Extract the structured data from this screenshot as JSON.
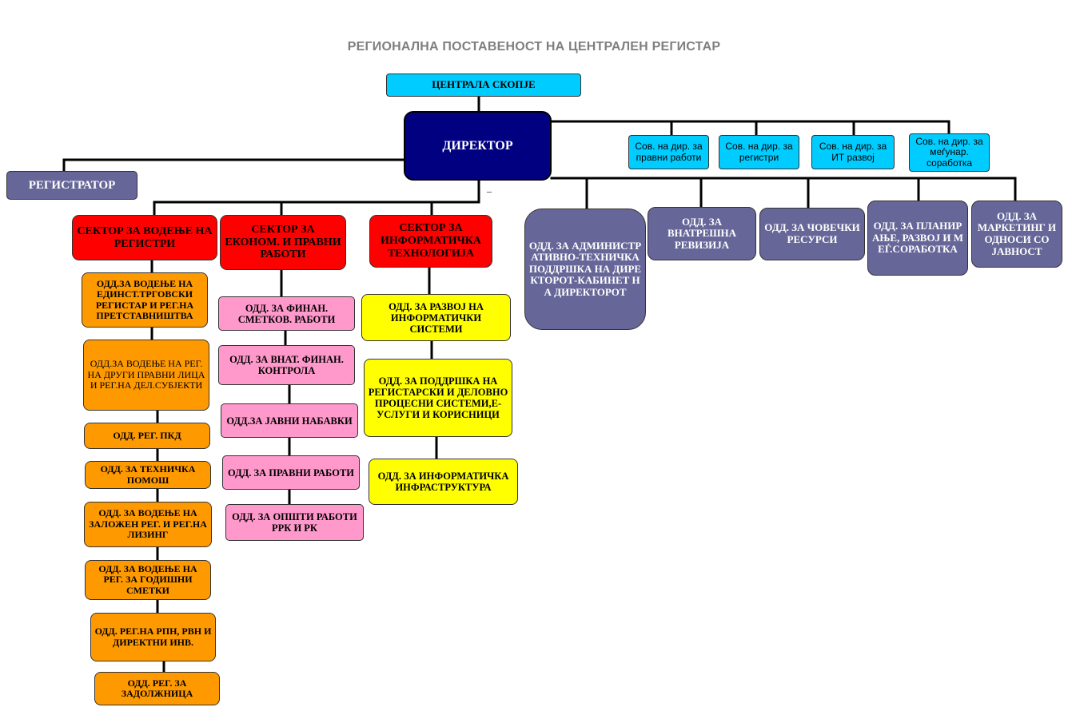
{
  "title": "РЕГИОНАЛНА ПОСТАВЕНОСТ НА ЦЕНТРАЛЕН РЕГИСТАР",
  "head_office": "ЦЕНТРАЛА СКОПЈЕ",
  "director": "ДИРЕКТОР",
  "registrar": "РЕГИСТРАТОР",
  "advisors": [
    "Сов. на дир. за правни работи",
    "Сов. на дир. за регистри",
    "Сов. на дир. за ИТ развој",
    "Сов. на дир. за меѓунар. соработка"
  ],
  "director_units": [
    "ОДД. ЗА АДМИНИСТРАТИВНО-ТЕХНИЧКА ПОДДРШКА НА ДИРЕКТОРОТ-КАБИНЕТ НА ДИРЕКТОРОТ",
    "ОДД. ЗА ВНАТРЕШНА РЕВИЗИЈА",
    "ОДД. ЗА ЧОВЕЧКИ РЕСУРСИ",
    "ОДД. ЗА ПЛАНИРАЊЕ, РАЗВОЈ И МЕЃ.СОРАБОТКА",
    "ОДД. ЗА МАРКЕТИНГ И ОДНОСИ СО ЈАВНОСТ"
  ],
  "sectors": [
    {
      "name": "СЕКТОР ЗА ВОДЕЊЕ НА РЕГИСТРИ",
      "departments": [
        "ОДД.ЗА ВОДЕЊЕ НА ЕДИНСТ.ТРГОВСКИ РЕГИСТАР И РЕГ.НА ПРЕТСТАВНИШТВА",
        "ОДД.ЗА ВОДЕЊЕ НА РЕГ. НА ДРУГИ ПРАВНИ ЛИЦА И РЕГ.НА ДЕЛ.СУБЈЕКТИ",
        "ОДД. РЕГ. ПКД",
        "ОДД. ЗА ТЕХНИЧКА ПОМОШ",
        "ОДД. ЗА ВОДЕЊЕ НА ЗАЛОЖЕН РЕГ. И РЕГ.НА ЛИЗИНГ",
        "ОДД. ЗА ВОДЕЊЕ НА РЕГ. ЗА ГОДИШНИ СМЕТКИ",
        "ОДД. РЕГ.НА РПН, РВН И ДИРЕКТНИ ИНВ.",
        "ОДД. РЕГ. ЗА ЗАДОЛЖНИЦА"
      ]
    },
    {
      "name": "СЕКТОР ЗА ЕКОНОМ. И ПРАВНИ РАБОТИ",
      "departments": [
        "ОДД. ЗА ФИНАН. СМЕТКОВ. РАБОТИ",
        "ОДД. ЗА ВНАТ. ФИНАН. КОНТРОЛА",
        "ОДД.ЗА ЈАВНИ НАБАВКИ",
        "ОДД. ЗА ПРАВНИ РАБОТИ",
        "ОДД. ЗА ОПШТИ РАБОТИ РРК И РК"
      ]
    },
    {
      "name": "СЕКТОР ЗА ИНФОРМАТИЧКА ТЕХНОЛОГИЈА",
      "departments": [
        "ОДД. ЗА РАЗВОЈ НА ИНФОРМАТИЧКИ СИСТЕМИ",
        "ОДД. ЗА ПОДДРШКА НА РЕГИСТАРСКИ И ДЕЛОВНО ПРОЦЕСНИ СИСТЕМИ,Е-УСЛУГИ И КОРИСНИЦИ",
        "ОДД. ЗА ИНФОРМАТИЧКА ИНФРАСТРУКТУРА"
      ]
    }
  ],
  "stray_mark": "_",
  "colors": {
    "title": "#7f7f7f",
    "head_office": "#00ccff",
    "director": "#000080",
    "slate": "#666699",
    "sector": "#ff0000",
    "registers_depts": "#ff9900",
    "econ_depts": "#ff99cc",
    "it_depts": "#ffff00"
  }
}
